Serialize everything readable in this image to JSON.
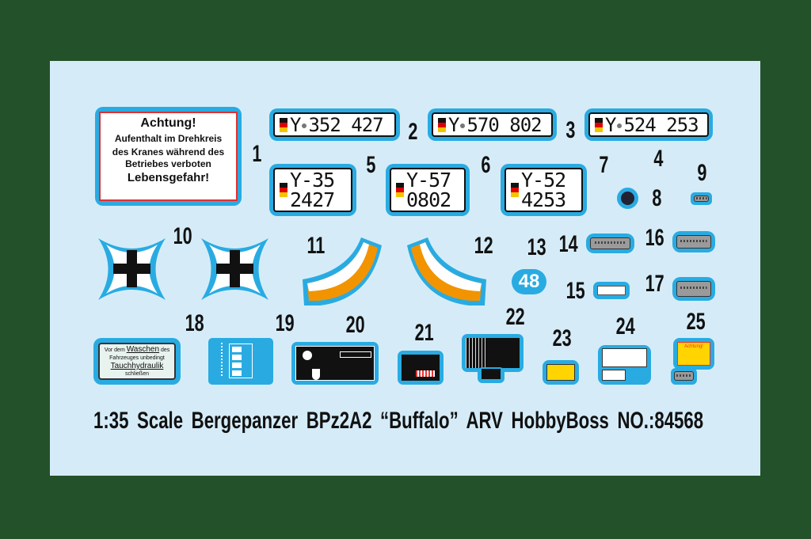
{
  "colors": {
    "background": "#23512a",
    "sheet": "#d5ecf8",
    "decal_border": "#29abe2",
    "warning_red": "#e03030",
    "orange": "#f29400",
    "yellow": "#ffd400"
  },
  "decal_numbers": [
    "1",
    "2",
    "3",
    "4",
    "5",
    "6",
    "7",
    "8",
    "9",
    "10",
    "11",
    "12",
    "13",
    "14",
    "15",
    "16",
    "17",
    "18",
    "19",
    "20",
    "21",
    "22",
    "23",
    "24",
    "25"
  ],
  "warning_sign": {
    "title": "Achtung!",
    "line1": "Aufenthalt im Drehkreis",
    "line2": "des Kranes während des",
    "line3": "Betriebes verboten",
    "footer": "Lebensgefahr!"
  },
  "plates": {
    "p2": {
      "prefix": "Y",
      "number": "352 427"
    },
    "p3": {
      "prefix": "Y",
      "number": "570 802"
    },
    "p4": {
      "prefix": "Y",
      "number": "524 253"
    },
    "p5": {
      "line1": "Y-35",
      "line2": "2427"
    },
    "p6": {
      "line1": "Y-57",
      "line2": "0802"
    },
    "p7": {
      "line1": "Y-52",
      "line2": "4253"
    }
  },
  "marking_13": "48",
  "decal_18": {
    "line1a": "Vor dem ",
    "line1b": "Waschen",
    "line1c": " des",
    "line2": "Fahrzeuges unbedingt",
    "line3": "Tauchhydraulik",
    "line4": "schließen"
  },
  "decal_25": {
    "title": "Achtung!"
  },
  "footer": "1:35  Scale  Bergepanzer BPz2A2 “Buffalo” ARV  HobbyBoss  NO.:84568"
}
